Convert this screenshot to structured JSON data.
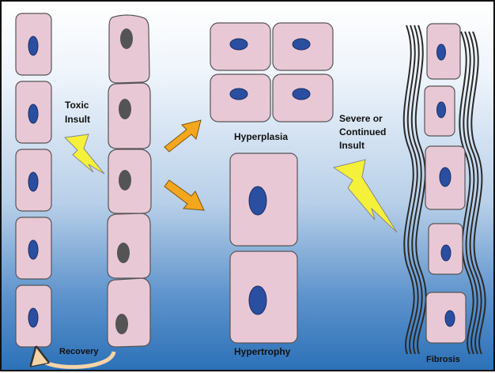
{
  "labels": {
    "toxic": "Toxic",
    "insult": "Insult",
    "severe": "Severe or",
    "continued": "Continued",
    "insult2": "Insult",
    "hyperplasia": "Hyperplasia",
    "hypertrophy": "Hypertrophy",
    "fibrosis": "Fibrosis",
    "recovery": "Recovery"
  },
  "colors": {
    "cell_fill": "#e9c8d6",
    "blue_nucleus": "#2a4fa0",
    "gray_nucleus": "#545454",
    "arrow": "#f4a71c",
    "lightning": "#f5f03a",
    "fiber": "#2a2a2a",
    "recovery_arrow": "#f6d3a6"
  }
}
